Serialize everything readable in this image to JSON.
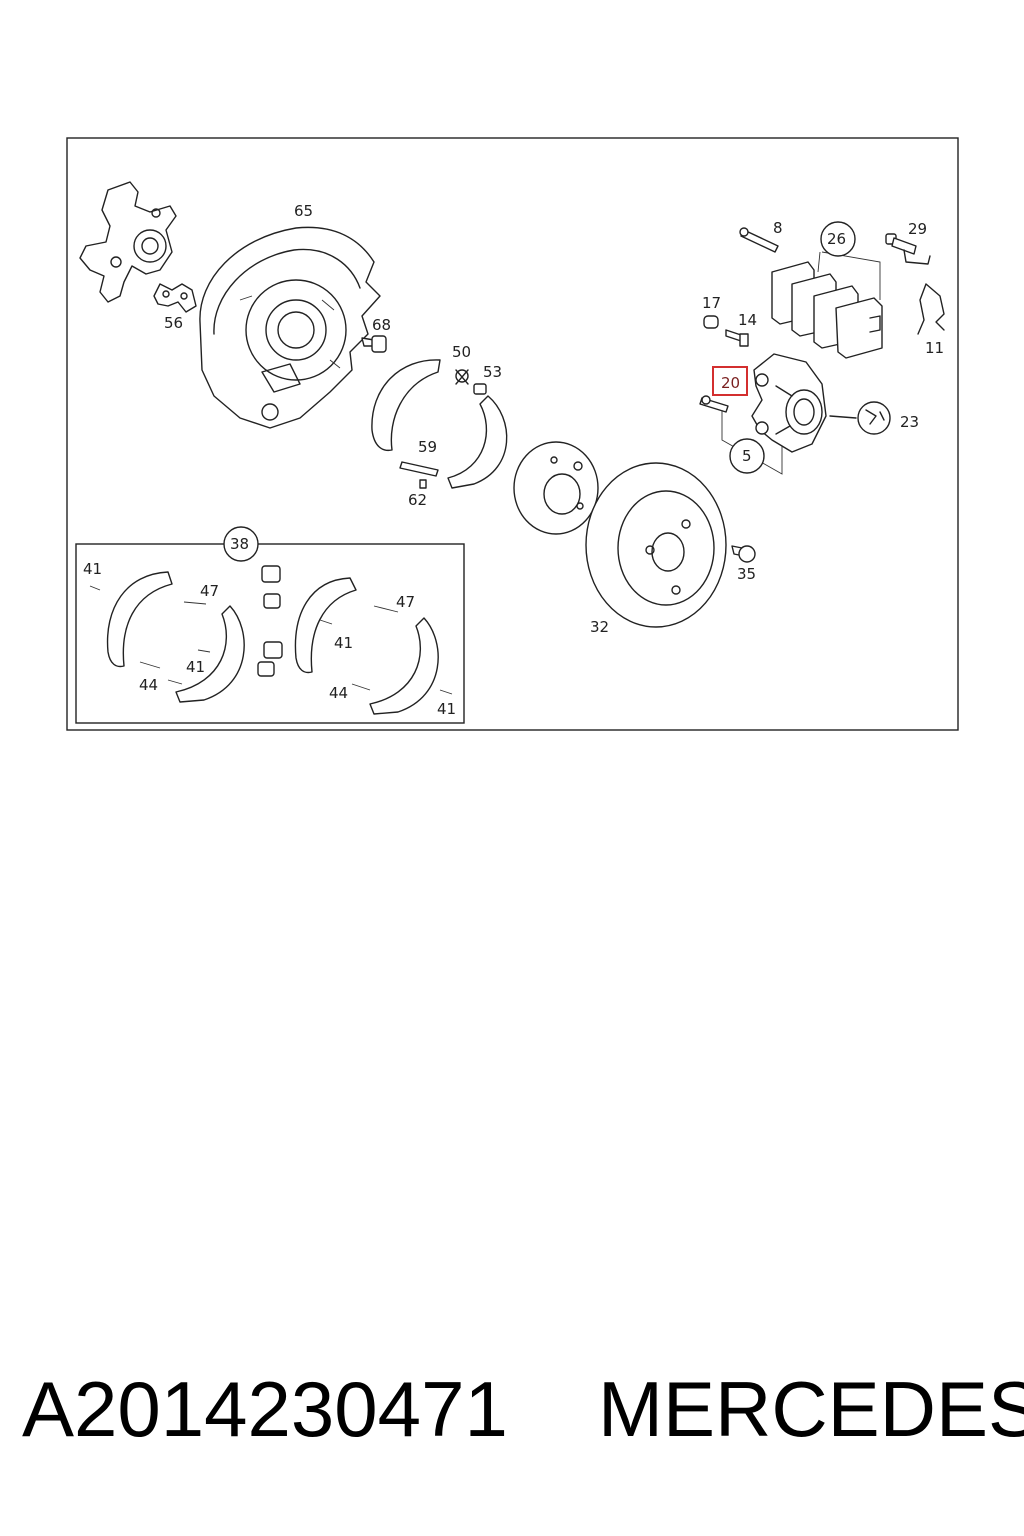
{
  "caption": {
    "part_number": "A2014230471",
    "brand": "MERCEDES"
  },
  "highlight": {
    "label": "20",
    "color": "#d32f2f"
  },
  "labels": {
    "l65": "65",
    "l56": "56",
    "l68": "68",
    "l50": "50",
    "l53": "53",
    "l59": "59",
    "l62": "62",
    "l8": "8",
    "l26": "26",
    "l29": "29",
    "l17": "17",
    "l14": "14",
    "l11": "11",
    "l23": "23",
    "l5": "5",
    "l35": "35",
    "l32": "32",
    "l38": "38",
    "l41a": "41",
    "l47a": "47",
    "l41b": "41",
    "l44a": "44",
    "l47b": "47",
    "l41c": "41",
    "l44b": "44",
    "l41d": "41"
  }
}
